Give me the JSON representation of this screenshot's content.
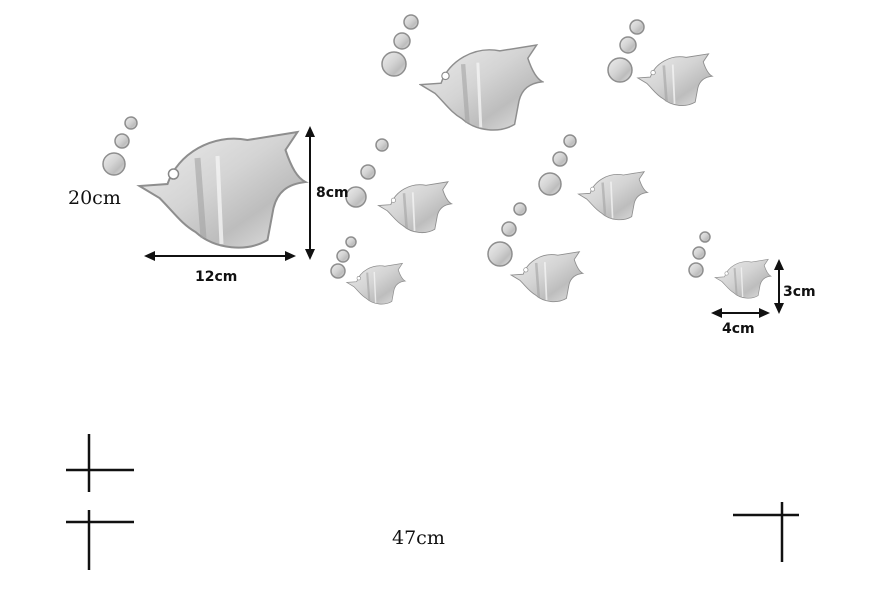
{
  "labels": {
    "height_total": "20cm",
    "large_fish_height": "8cm",
    "large_fish_width": "12cm",
    "small_fish_height": "3cm",
    "small_fish_width": "4cm",
    "width_total": "47cm"
  },
  "colors": {
    "mirror_light": "#e2e2e2",
    "mirror_mid": "#c9c9c9",
    "mirror_dark": "#9a9a9a",
    "line": "#111111"
  }
}
